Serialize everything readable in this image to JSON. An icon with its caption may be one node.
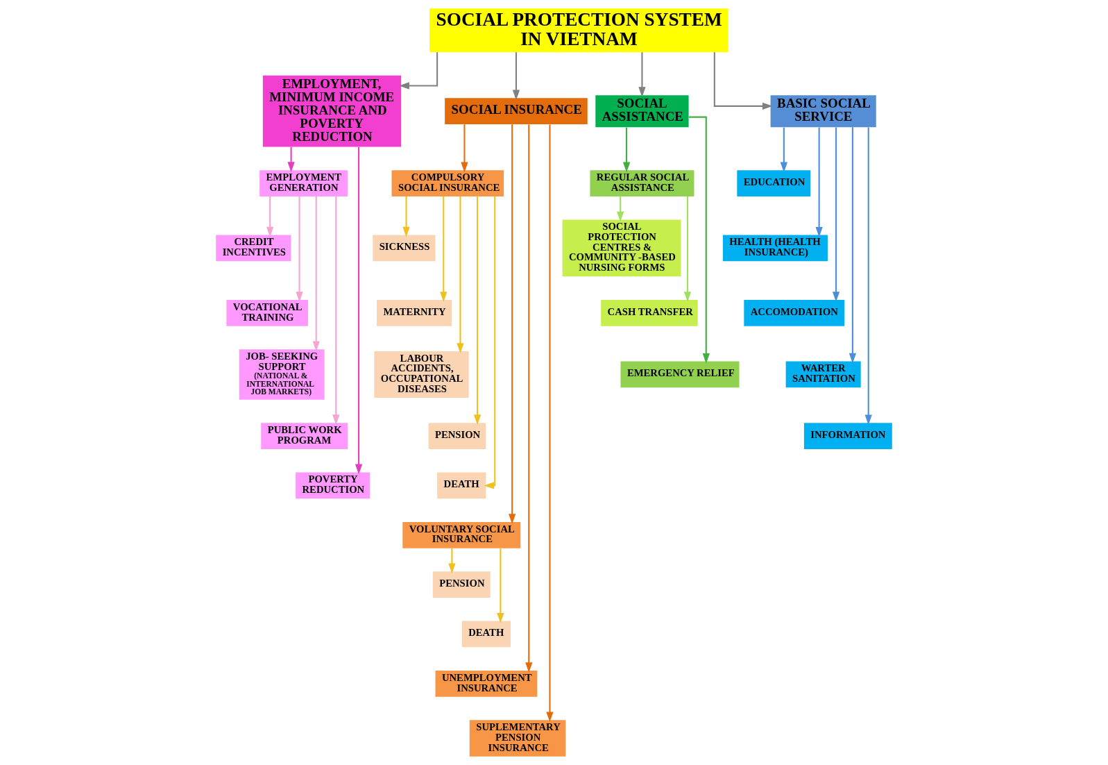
{
  "diagram": {
    "nodes": [
      {
        "text": [
          "SOCIAL PROTECTION SYSTEM IN VIETNAM"
        ]
      },
      {
        "text": [
          "EMPLOYMENT, MINIMUM INCOME INSURANCE AND POVERTY REDUCTION"
        ]
      },
      {
        "text": [
          "SOCIAL INSURANCE"
        ]
      },
      {
        "text": [
          "SOCIAL ASSISTANCE"
        ]
      },
      {
        "text": [
          "BASIC SOCIAL SERVICE"
        ]
      },
      {
        "text": [
          "EMPLOYMENT GENERATION"
        ]
      },
      {
        "text": [
          "CREDIT INCENTIVES"
        ]
      },
      {
        "text": [
          "VOCATIONAL TRAINING"
        ]
      },
      {
        "text": [
          "JOB- SEEKING SUPPORT",
          "(NATIONAL & INTERNATIONAL JOB MARKETS)"
        ]
      },
      {
        "text": [
          "PUBLIC WORK PROGRAM"
        ]
      },
      {
        "text": [
          "POVERTY REDUCTION"
        ]
      },
      {
        "text": [
          "COMPULSORY SOCIAL INSURANCE"
        ]
      },
      {
        "text": [
          "SICKNESS"
        ]
      },
      {
        "text": [
          "MATERNITY"
        ]
      },
      {
        "text": [
          "LABOUR ACCIDENTS, OCCUPATIONAL DISEASES"
        ]
      },
      {
        "text": [
          "PENSION"
        ]
      },
      {
        "text": [
          "DEATH"
        ]
      },
      {
        "text": [
          "VOLUNTARY SOCIAL INSURANCE"
        ]
      },
      {
        "text": [
          "PENSION"
        ]
      },
      {
        "text": [
          "DEATH"
        ]
      },
      {
        "text": [
          "UNEMPLOYMENT INSURANCE"
        ]
      },
      {
        "text": [
          "SUPLEMENTARY PENSION INSURANCE"
        ]
      },
      {
        "text": [
          "REGULAR SOCIAL ASSISTANCE"
        ]
      },
      {
        "text": [
          "SOCIAL PROTECTION CENTRES & COMMUNITY -BASED NURSING FORMS"
        ]
      },
      {
        "text": [
          "CASH TRANSFER"
        ]
      },
      {
        "text": [
          "EMERGENCY RELIEF"
        ]
      },
      {
        "text": [
          "EDUCATION"
        ]
      },
      {
        "text": [
          "HEALTH (HEALTH INSURANCE)"
        ]
      },
      {
        "text": [
          "ACCOMODATION"
        ]
      },
      {
        "text": [
          "WARTER SANITATION"
        ]
      },
      {
        "text": [
          "INFORMATION"
        ]
      }
    ],
    "edges": [
      {
        "from": 0,
        "to": 1,
        "arrow": "to",
        "color": "#808080"
      },
      {
        "from": 0,
        "to": 2,
        "arrow": "to",
        "color": "#808080"
      },
      {
        "from": 0,
        "to": 3,
        "arrow": "to",
        "color": "#808080"
      },
      {
        "from": 0,
        "to": 4,
        "arrow": "to",
        "color": "#808080"
      },
      {
        "from": 1,
        "to": 5,
        "arrow": "to",
        "color": "#e040c0"
      },
      {
        "from": 5,
        "to": 6,
        "arrow": "to",
        "color": "#f4a6d0"
      },
      {
        "from": 5,
        "to": 7,
        "arrow": "to",
        "color": "#f4a6d0"
      },
      {
        "from": 5,
        "to": 8,
        "arrow": "to",
        "color": "#f4a6d0"
      },
      {
        "from": 5,
        "to": 9,
        "arrow": "to",
        "color": "#f4a6d0"
      },
      {
        "from": 1,
        "to": 10,
        "arrow": "to",
        "color": "#e040c0"
      },
      {
        "from": 2,
        "to": 11,
        "arrow": "to",
        "color": "#e46c0a"
      },
      {
        "from": 11,
        "to": 12,
        "arrow": "to",
        "color": "#f0c020"
      },
      {
        "from": 11,
        "to": 13,
        "arrow": "to",
        "color": "#f0c020"
      },
      {
        "from": 11,
        "to": 14,
        "arrow": "to",
        "color": "#f0c020"
      },
      {
        "from": 11,
        "to": 15,
        "arrow": "to",
        "color": "#f0c020"
      },
      {
        "from": 11,
        "to": 16,
        "arrow": "to",
        "color": "#f0c020"
      },
      {
        "from": 2,
        "to": 17,
        "arrow": "to",
        "color": "#e46c0a"
      },
      {
        "from": 17,
        "to": 18,
        "arrow": "to",
        "color": "#f0c020"
      },
      {
        "from": 17,
        "to": 19,
        "arrow": "to",
        "color": "#f0c020"
      },
      {
        "from": 2,
        "to": 20,
        "arrow": "to",
        "color": "#e46c0a"
      },
      {
        "from": 2,
        "to": 21,
        "arrow": "to",
        "color": "#e46c0a"
      },
      {
        "from": 3,
        "to": 22,
        "arrow": "to",
        "color": "#40b040"
      },
      {
        "from": 22,
        "to": 23,
        "arrow": "to",
        "color": "#a0e060"
      },
      {
        "from": 22,
        "to": 24,
        "arrow": "to",
        "color": "#a0e060"
      },
      {
        "from": 3,
        "to": 25,
        "arrow": "to",
        "color": "#40b040"
      },
      {
        "from": 4,
        "to": 26,
        "arrow": "to",
        "color": "#4a90d9"
      },
      {
        "from": 4,
        "to": 27,
        "arrow": "to",
        "color": "#4a90d9"
      },
      {
        "from": 4,
        "to": 28,
        "arrow": "to",
        "color": "#4a90d9"
      },
      {
        "from": 4,
        "to": 29,
        "arrow": "to",
        "color": "#4a90d9"
      },
      {
        "from": 4,
        "to": 30,
        "arrow": "to",
        "color": "#4a90d9"
      }
    ]
  }
}
